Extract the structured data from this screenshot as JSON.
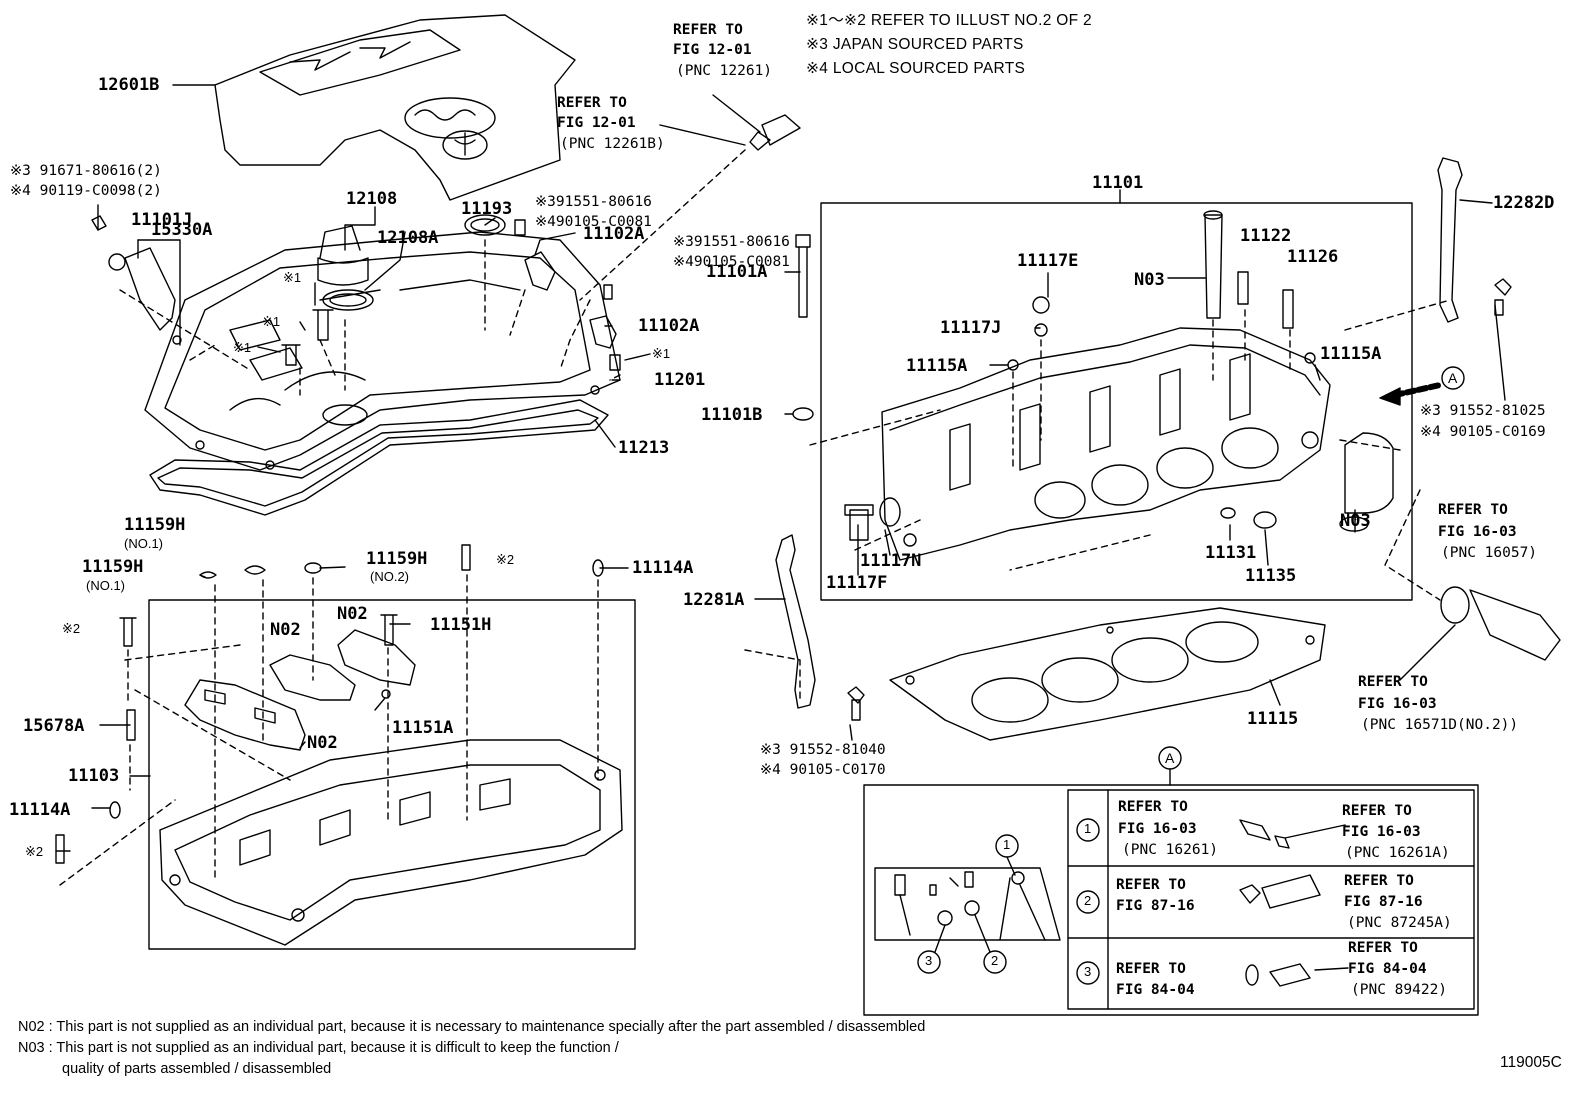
{
  "legend": {
    "line1": "※1～※2  REFER TO ILLUST NO.2 OF 2",
    "line2": "※3  JAPAN SOURCED PARTS",
    "line3": "※4  LOCAL SOURCED PARTS"
  },
  "refs": {
    "r12261_a": "REFER TO",
    "r12261_b": "FIG 12-01",
    "r12261_c": "(PNC 12261)",
    "r12261B_a": "REFER TO",
    "r12261B_b": "FIG 12-01",
    "r12261B_c": "(PNC 12261B)",
    "r16057_a": "REFER TO",
    "r16057_b": "FIG 16-03",
    "r16057_c": "(PNC 16057)",
    "r16571_a": "REFER TO",
    "r16571_b": "FIG 16-03",
    "r16571_c": "(PNC 16571D(NO.2))"
  },
  "parts": {
    "p12601B": "12601B",
    "p91671": "※3 91671-80616(2)",
    "p90119": "※4 90119-C0098(2)",
    "p11101J": "11101J",
    "p15330A": "15330A",
    "p12108": "12108",
    "p12108A": "12108A",
    "p11193": "11193",
    "p91551a": "※391551-80616",
    "p90105a": "※490105-C0081",
    "p11102A_1": "11102A",
    "p91551b": "※391551-80616",
    "p90105b": "※490105-C0081",
    "p11102A_2": "11102A",
    "mark1_a": "※1",
    "mark1_b": "※1",
    "mark1_c": "※1",
    "mark1_d": "※1",
    "p11201": "11201",
    "p11213": "11213",
    "p11159H_1": "11159H",
    "p11159H_1n": "(NO.1)",
    "p11159H_2": "11159H",
    "p11159H_2n": "(NO.1)",
    "p11159H_3": "11159H",
    "p11159H_3n": "(NO.2)",
    "mark2_a": "※2",
    "mark2_b": "※2",
    "mark2_c": "※2",
    "p11114A_1": "11114A",
    "p11114A_2": "11114A",
    "pN02_1": "N02",
    "pN02_2": "N02",
    "pN02_3": "N02",
    "p11151H": "11151H",
    "p11151A": "11151A",
    "p15678A": "15678A",
    "p11103": "11103",
    "p11101": "11101",
    "p11117E": "11117E",
    "pN03_1": "N03",
    "p11122": "11122",
    "p11126": "11126",
    "p11117J": "11117J",
    "p11115A_1": "11115A",
    "p11115A_2": "11115A",
    "p11101A": "11101A",
    "p11101B": "11101B",
    "p11117N": "11117N",
    "p11117F": "11117F",
    "p11131": "11131",
    "p11135": "11135",
    "pN03_2": "N03",
    "p12282D": "12282D",
    "p91552a": "※3 91552-81025",
    "p90105c": "※4 90105-C0169",
    "markA": "A",
    "p12281A": "12281A",
    "p91552b": "※3 91552-81040",
    "p90105d": "※4 90105-C0170",
    "p11115": "11115"
  },
  "detailA": {
    "title": "A",
    "row1": {
      "num": "1",
      "l1": "REFER TO",
      "l2": "FIG 16-03",
      "l3": "(PNC 16261)",
      "r1": "REFER TO",
      "r2": "FIG 16-03",
      "r3": "(PNC 16261A)"
    },
    "row2": {
      "num": "2",
      "l1": "REFER TO",
      "l2": "FIG 87-16",
      "r1": "REFER TO",
      "r2": "FIG 87-16",
      "r3": "(PNC 87245A)"
    },
    "row3": {
      "num": "3",
      "l1": "REFER TO",
      "l2": "FIG 84-04",
      "r1": "REFER TO",
      "r2": "FIG 84-04",
      "r3": "(PNC 89422)"
    },
    "c1": "1",
    "c2": "2",
    "c3": "3"
  },
  "footnotes": {
    "n02": "N02 : This part is not supplied as an individual part, because it is necessary to maintenance specially after the part assembled / disassembled",
    "n03a": "N03 : This part is not supplied as an individual part, because it is difficult to keep the function /",
    "n03b": "quality of parts  assembled / disassembled"
  },
  "illust_id": "119005C"
}
